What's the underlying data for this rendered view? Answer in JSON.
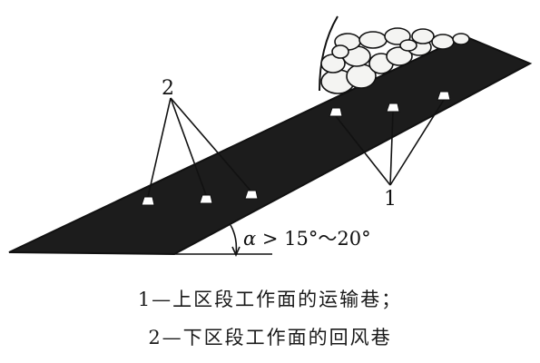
{
  "callouts": {
    "label_1": "1",
    "label_2": "2"
  },
  "angle": {
    "symbol": "α",
    "relation": ">",
    "value_text": "15°～20°"
  },
  "caption": {
    "line1": "1—上区段工作面的运输巷；",
    "line2": "2—下区段工作面的回风巷"
  },
  "colors": {
    "seam_fill": "#1c1c1c",
    "rock_fill": "#f4f4f2",
    "line": "#111111"
  }
}
